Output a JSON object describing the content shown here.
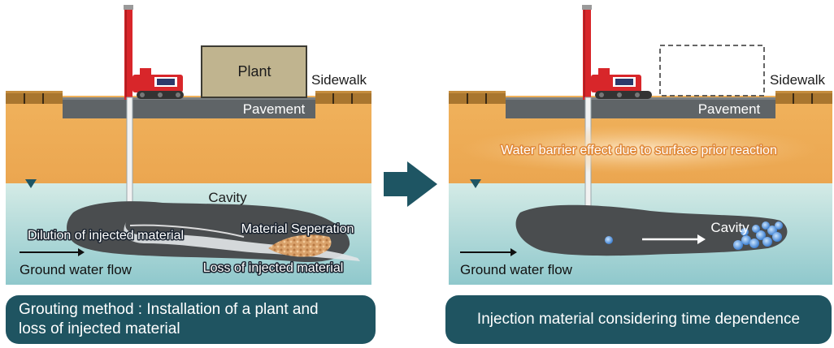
{
  "left_panel": {
    "plant": "Plant",
    "sidewalk": "Sidewalk",
    "pavement": "Pavement",
    "cavity": "Cavity",
    "material_separation": "Material Seperation",
    "dilution": "Dilution of injected material",
    "loss": "Loss of injected material",
    "ground_water_flow": "Ground water flow",
    "caption_line1": "Grouting method : Installation of a plant and",
    "caption_line2": "loss of injected material"
  },
  "right_panel": {
    "sidewalk": "Sidewalk",
    "pavement": "Pavement",
    "water_barrier": "Water barrier effect due to surface prior reaction",
    "cavity": "Cavity",
    "ground_water_flow": "Ground water flow",
    "caption": "Injection material considering time dependence"
  },
  "colors": {
    "soil": "#efae58",
    "groundwater": "#bfe0de",
    "pavement": "#5f6467",
    "cavity": "#4a4d4f",
    "plant": "#c0b48f",
    "rig": "#d8262a",
    "arrow": "#1e5563",
    "caption_bg": "#1f5461"
  }
}
